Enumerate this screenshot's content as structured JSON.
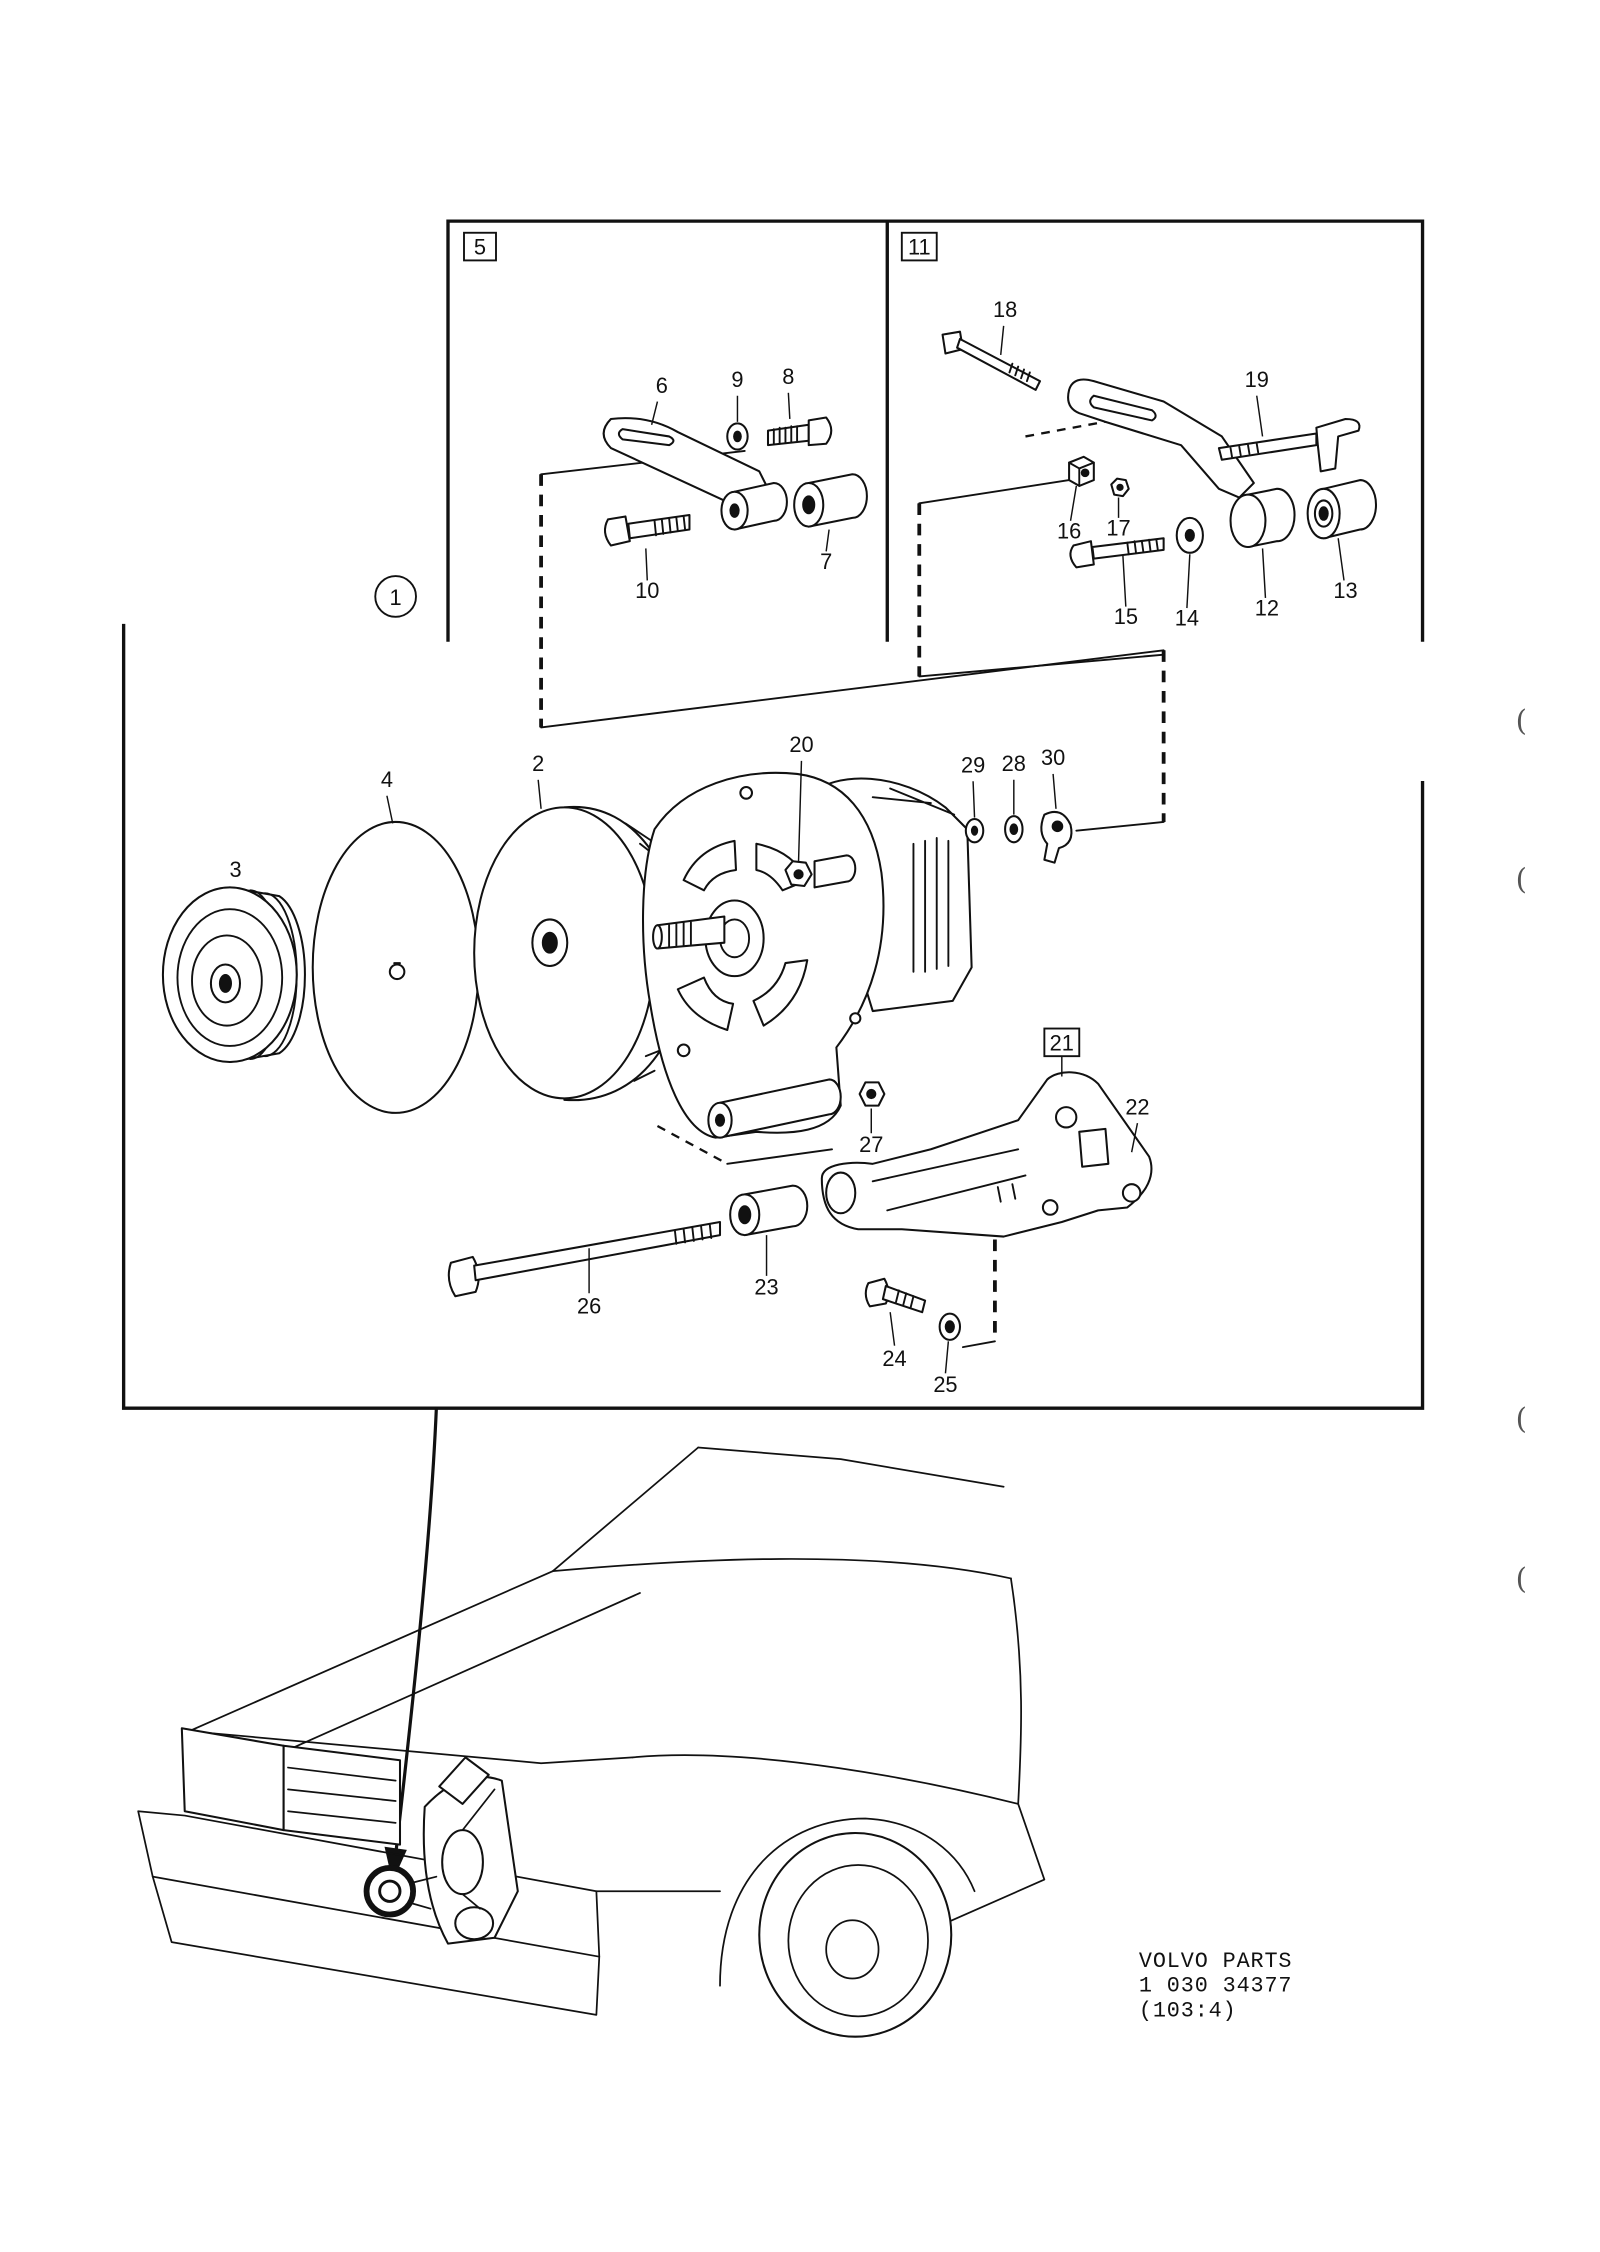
{
  "figure": {
    "circled_label": "1",
    "boxed_labels": {
      "group_5": "5",
      "group_11": "11",
      "group_21": "21"
    },
    "part_numbers": {
      "p2": "2",
      "p3": "3",
      "p4": "4",
      "p6": "6",
      "p7": "7",
      "p8": "8",
      "p9": "9",
      "p10": "10",
      "p12": "12",
      "p13": "13",
      "p14": "14",
      "p15": "15",
      "p16": "16",
      "p17": "17",
      "p18": "18",
      "p19": "19",
      "p20": "20",
      "p22": "22",
      "p23": "23",
      "p24": "24",
      "p25": "25",
      "p26": "26",
      "p27": "27",
      "p28": "28",
      "p29": "29",
      "p30": "30"
    }
  },
  "footer": {
    "brand_line": "VOLVO PARTS",
    "catalog_number": "1 030 34377",
    "section_code": "(103:4)"
  },
  "margin_marks": [
    "(",
    "(",
    "(",
    "("
  ]
}
